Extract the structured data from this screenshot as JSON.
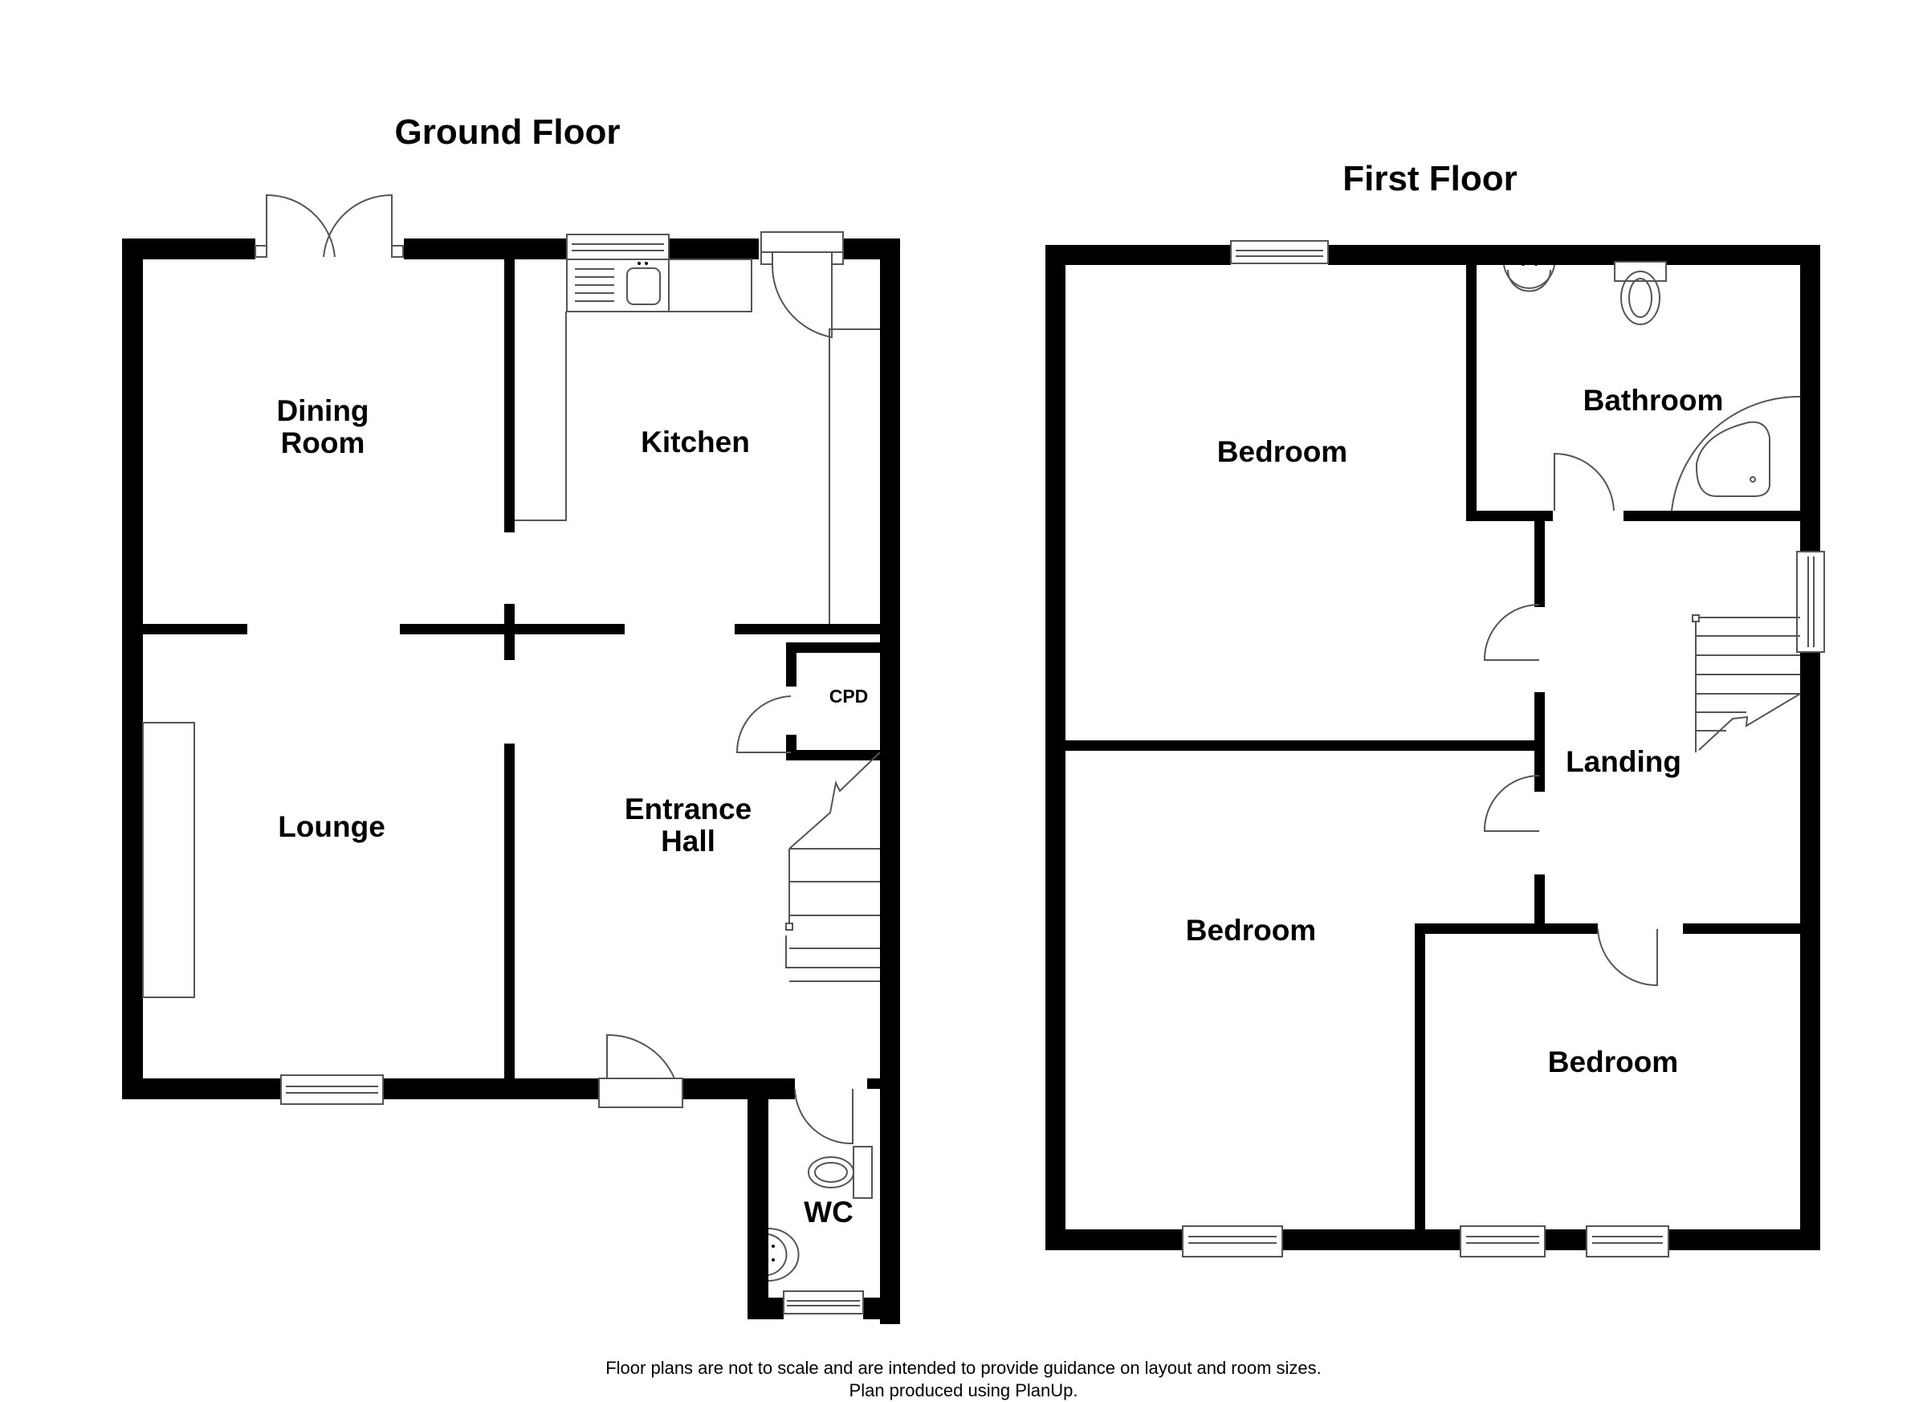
{
  "ground_floor": {
    "title": "Ground Floor",
    "rooms": {
      "dining_room": "Dining\nRoom",
      "kitchen": "Kitchen",
      "lounge": "Lounge",
      "entrance_hall": "Entrance\nHall",
      "cupboard": "CPD",
      "wc": "WC"
    }
  },
  "first_floor": {
    "title": "First Floor",
    "rooms": {
      "bedroom_1": "Bedroom",
      "bathroom": "Bathroom",
      "landing": "Landing",
      "bedroom_2": "Bedroom",
      "bedroom_3": "Bedroom"
    }
  },
  "footer": {
    "line1": "Floor plans are not to scale and are intended to provide guidance on layout and room sizes.",
    "line2": "Plan produced using PlanUp."
  },
  "colors": {
    "wall": "#000000",
    "fixture_line": "#555555",
    "background": "#ffffff"
  }
}
